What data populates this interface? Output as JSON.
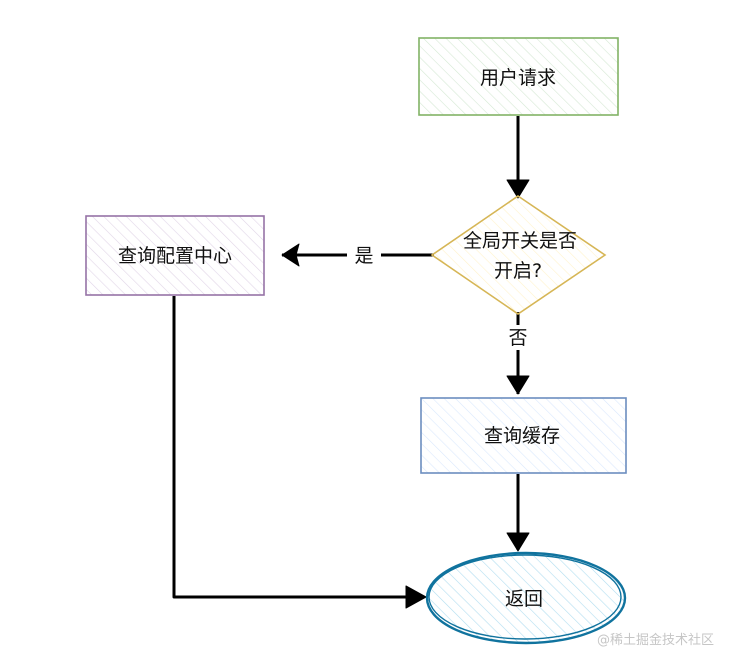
{
  "nodes": {
    "user_request": {
      "label": "用户请求",
      "color": "#82b366",
      "fill": "#d5e8d4"
    },
    "decision": {
      "line1": "全局开关是否",
      "line2": "开启?",
      "color": "#d6b656",
      "fill": "#fff2cc"
    },
    "query_config_center": {
      "label": "查询配置中心",
      "color": "#9673a6",
      "fill": "#e1d5e7"
    },
    "query_cache": {
      "label": "查询缓存",
      "color": "#6c8ebf",
      "fill": "#dae8fc"
    },
    "return": {
      "label": "返回",
      "color": "#10739e",
      "fill": "#b1ddf0"
    }
  },
  "edges": {
    "yes_label": "是",
    "no_label": "否",
    "color": "#000000"
  },
  "watermark": "@稀土掘金技术社区"
}
